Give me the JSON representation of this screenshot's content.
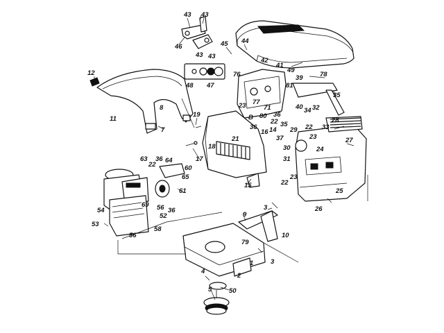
{
  "diagram": {
    "callouts": [
      {
        "id": "c1",
        "text": "43"
      },
      {
        "id": "c2",
        "text": "43"
      },
      {
        "id": "c3",
        "text": "46"
      },
      {
        "id": "c4",
        "text": "43"
      },
      {
        "id": "c5",
        "text": "43"
      },
      {
        "id": "c6",
        "text": "44"
      },
      {
        "id": "c7",
        "text": "45"
      },
      {
        "id": "c8",
        "text": "42"
      },
      {
        "id": "c9",
        "text": "76"
      },
      {
        "id": "c10",
        "text": "41"
      },
      {
        "id": "c11",
        "text": "49"
      },
      {
        "id": "c12",
        "text": "39"
      },
      {
        "id": "c13",
        "text": "78"
      },
      {
        "id": "c14",
        "text": "48"
      },
      {
        "id": "c15",
        "text": "47"
      },
      {
        "id": "c16",
        "text": "12"
      },
      {
        "id": "c17",
        "text": "8"
      },
      {
        "id": "c18",
        "text": "11"
      },
      {
        "id": "c19",
        "text": "7"
      },
      {
        "id": "c20",
        "text": "19"
      },
      {
        "id": "c21",
        "text": "81"
      },
      {
        "id": "c22",
        "text": "23"
      },
      {
        "id": "c23",
        "text": "77"
      },
      {
        "id": "c24",
        "text": "71"
      },
      {
        "id": "c25",
        "text": "36"
      },
      {
        "id": "c26",
        "text": "40"
      },
      {
        "id": "c27",
        "text": "34"
      },
      {
        "id": "c28",
        "text": "32"
      },
      {
        "id": "c29",
        "text": "35"
      },
      {
        "id": "c30",
        "text": "B"
      },
      {
        "id": "c31",
        "text": "80"
      },
      {
        "id": "c32",
        "text": "22"
      },
      {
        "id": "c33",
        "text": "35"
      },
      {
        "id": "c34",
        "text": "36"
      },
      {
        "id": "c35",
        "text": "16"
      },
      {
        "id": "c36",
        "text": "14"
      },
      {
        "id": "c37",
        "text": "29"
      },
      {
        "id": "c38",
        "text": "22"
      },
      {
        "id": "c39",
        "text": "33"
      },
      {
        "id": "c40",
        "text": "28"
      },
      {
        "id": "c41",
        "text": "21"
      },
      {
        "id": "c42",
        "text": "37"
      },
      {
        "id": "c43",
        "text": "23"
      },
      {
        "id": "c44",
        "text": "27"
      },
      {
        "id": "c45",
        "text": "18"
      },
      {
        "id": "c46",
        "text": "30"
      },
      {
        "id": "c47",
        "text": "24"
      },
      {
        "id": "c48",
        "text": "17"
      },
      {
        "id": "c49",
        "text": "31"
      },
      {
        "id": "c50",
        "text": "63"
      },
      {
        "id": "c51",
        "text": "22"
      },
      {
        "id": "c52",
        "text": "36"
      },
      {
        "id": "c53",
        "text": "64"
      },
      {
        "id": "c54",
        "text": "60"
      },
      {
        "id": "c55",
        "text": "65"
      },
      {
        "id": "c56",
        "text": "61"
      },
      {
        "id": "c57",
        "text": "15"
      },
      {
        "id": "c58",
        "text": "22"
      },
      {
        "id": "c59",
        "text": "23"
      },
      {
        "id": "c60",
        "text": "25"
      },
      {
        "id": "c61",
        "text": "26"
      },
      {
        "id": "c62",
        "text": "69"
      },
      {
        "id": "c63",
        "text": "56"
      },
      {
        "id": "c64",
        "text": "36"
      },
      {
        "id": "c65",
        "text": "54"
      },
      {
        "id": "c66",
        "text": "52"
      },
      {
        "id": "c67",
        "text": "53"
      },
      {
        "id": "c68",
        "text": "58"
      },
      {
        "id": "c69",
        "text": "56"
      },
      {
        "id": "c70",
        "text": "3"
      },
      {
        "id": "c71",
        "text": "9"
      },
      {
        "id": "c72",
        "text": "79"
      },
      {
        "id": "c73",
        "text": "10"
      },
      {
        "id": "c74",
        "text": "3"
      },
      {
        "id": "c75",
        "text": "4"
      },
      {
        "id": "c76",
        "text": "2"
      },
      {
        "id": "c77",
        "text": "1"
      },
      {
        "id": "c78",
        "text": "50"
      },
      {
        "id": "c79",
        "text": "5"
      }
    ]
  }
}
